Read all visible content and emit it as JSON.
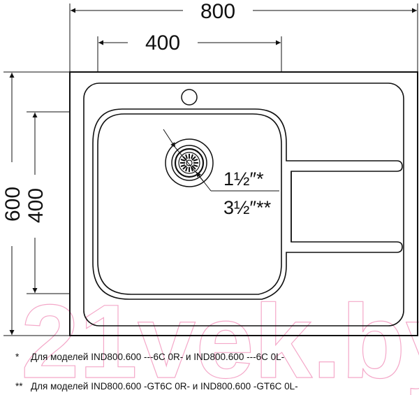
{
  "dimensions": {
    "overall_width": "800",
    "bowl_width": "400",
    "overall_depth": "600",
    "bowl_depth": "400"
  },
  "drain": {
    "size_standard": "1½″*",
    "size_alternate": "3½″**"
  },
  "notes": [
    {
      "mark": "*",
      "text": "Для моделей IND800.600 ---6C 0R- и IND800.600 ---6C 0L-"
    },
    {
      "mark": "**",
      "text": "Для моделей IND800.600 -GT6C 0R- и IND800.600 -GT6C 0L-"
    }
  ],
  "watermark": "21vek.by",
  "colors": {
    "line": "#111111",
    "watermark": "#f4a7c8",
    "background": "#ffffff"
  }
}
